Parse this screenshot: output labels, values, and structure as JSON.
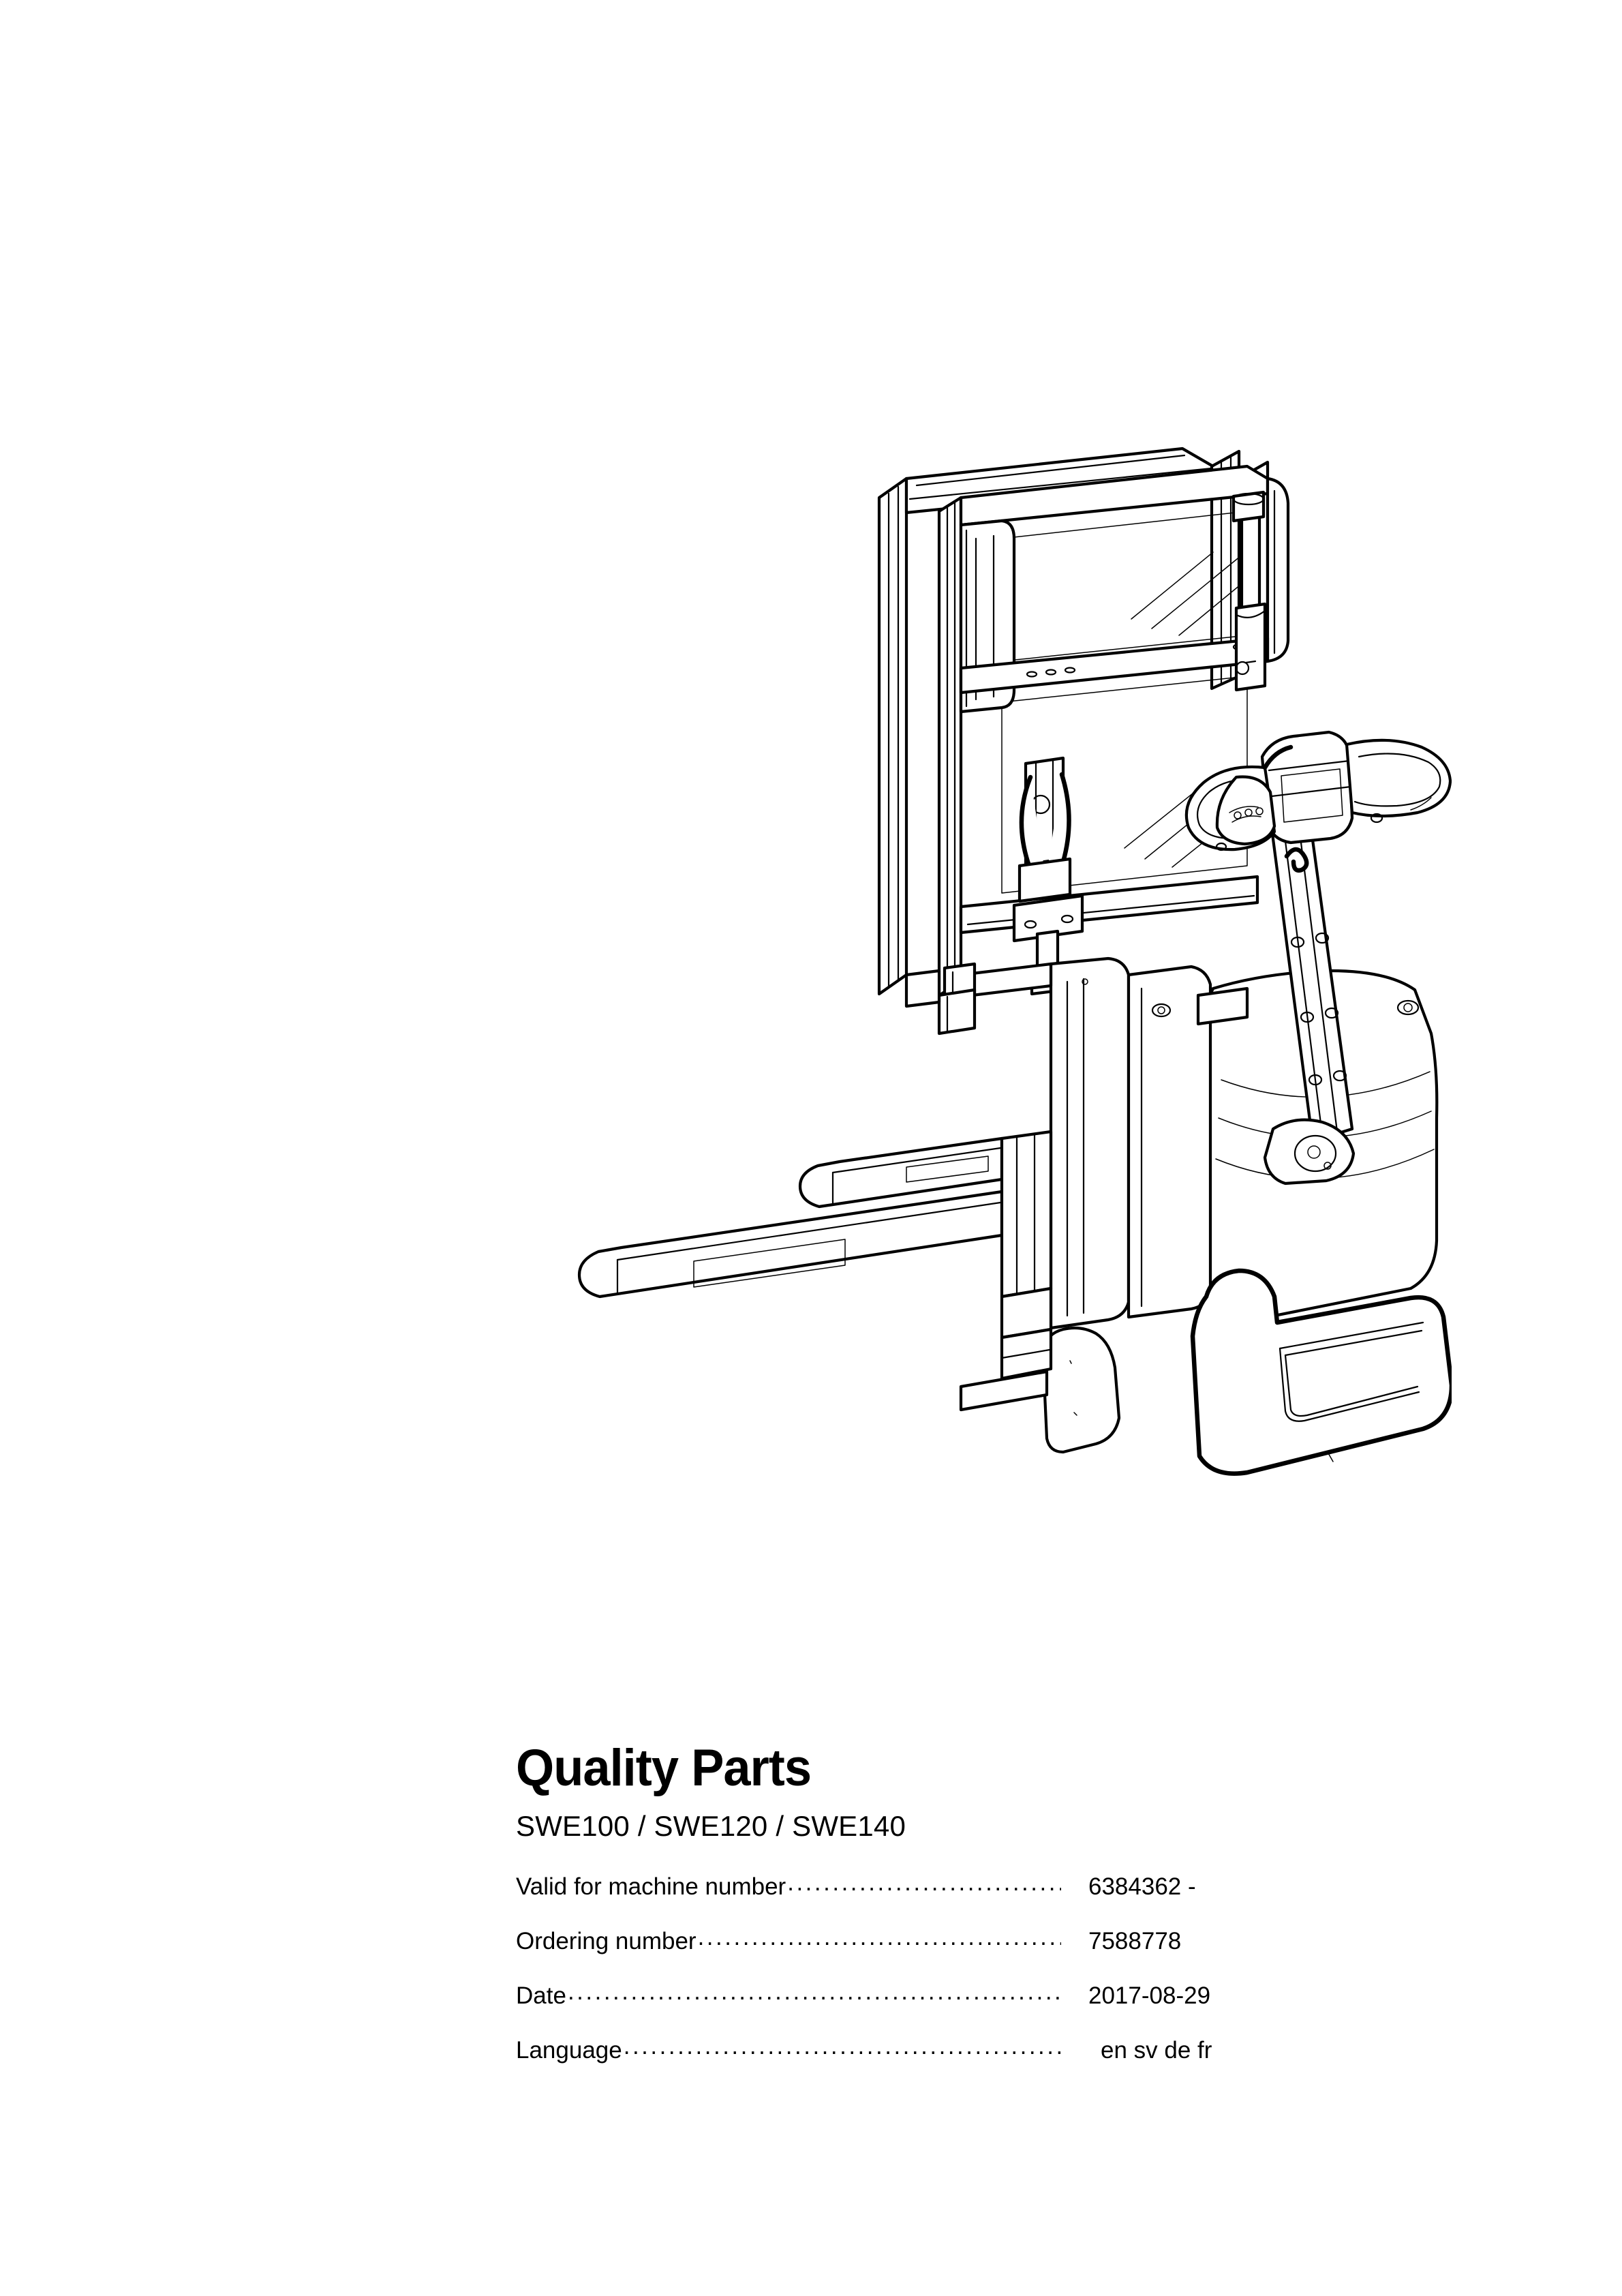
{
  "document": {
    "title": "Quality Parts",
    "subtitle": "SWE100 / SWE120 / SWE140",
    "info_rows": [
      {
        "label": "Valid for machine number",
        "value": "6384362 -"
      },
      {
        "label": "Ordering number",
        "value": "7588778"
      },
      {
        "label": "Date",
        "value": "2017-08-29"
      },
      {
        "label": "Language",
        "value": "en sv de fr"
      }
    ]
  },
  "illustration": {
    "name": "pallet-stacker-truck-line-drawing",
    "description": "Technical line drawing of an electric pedestrian pallet stacker with raised mast, two forks, tiller arm with control handles and rounded chassis hood",
    "line_color": "#000000",
    "fill_color": "#ffffff"
  }
}
